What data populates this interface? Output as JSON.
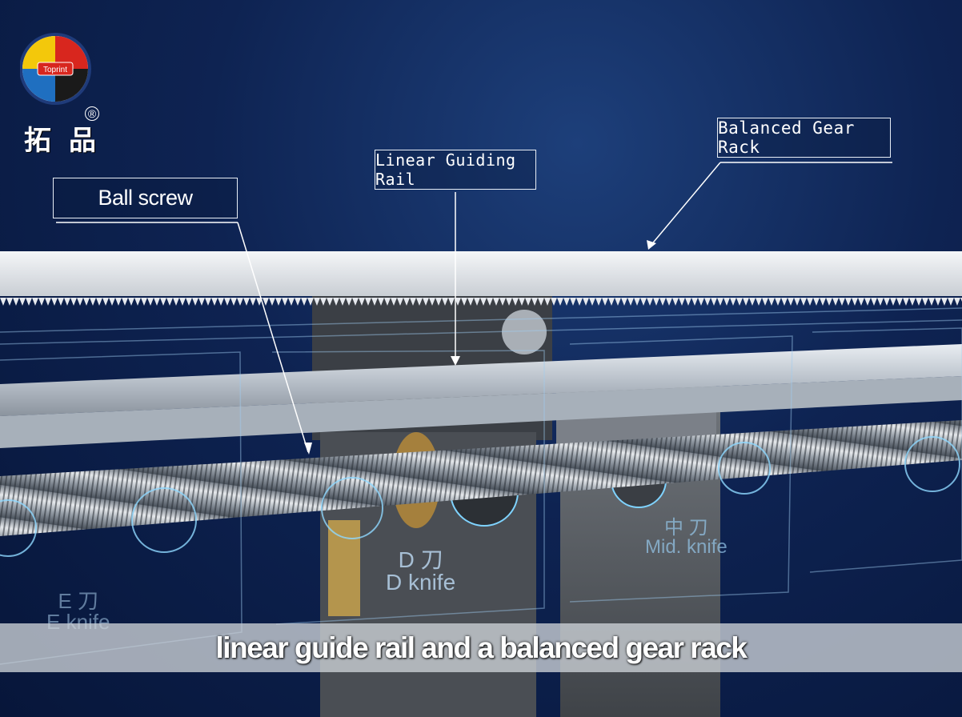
{
  "logo": {
    "ring_text": "Toprint",
    "chinese_name": "拓品",
    "registered_mark": "®",
    "colors": {
      "yellow": "#f3c80b",
      "red": "#d8261e",
      "blue": "#1f6fc0",
      "black": "#1a1a1a"
    }
  },
  "callouts": {
    "ball_screw": "Ball screw",
    "linear_rail": "Linear Guiding Rail",
    "gear_rack": "Balanced Gear Rack"
  },
  "knife_labels": {
    "e_cn": "E 刀",
    "e_en": "E knife",
    "d_cn": "D 刀",
    "d_en": "D knife",
    "mid_cn": "中 刀",
    "mid_en": "Mid. knife"
  },
  "subtitle": "linear guide rail and a balanced gear rack"
}
